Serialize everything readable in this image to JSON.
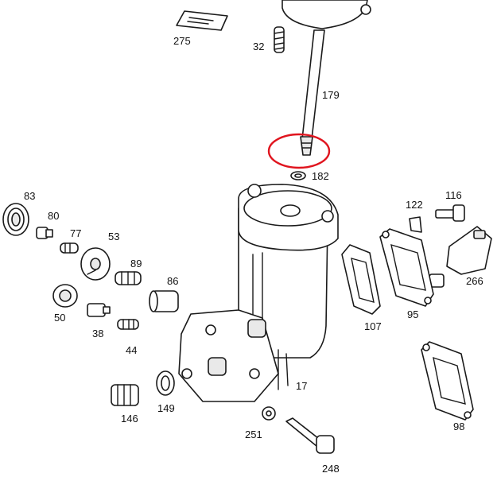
{
  "diagram": {
    "labels": {
      "l275": "275",
      "l32": "32",
      "l179": "179",
      "l182": "182",
      "l83": "83",
      "l80": "80",
      "l77": "77",
      "l53": "53",
      "l89": "89",
      "l86": "86",
      "l50": "50",
      "l38": "38",
      "l44": "44",
      "l122": "122",
      "l116": "116",
      "l266": "266",
      "l107": "107",
      "l95": "95",
      "l17": "17",
      "l146": "146",
      "l149": "149",
      "l251": "251",
      "l248": "248",
      "l98": "98"
    },
    "highlight_color": "#e0141e"
  }
}
